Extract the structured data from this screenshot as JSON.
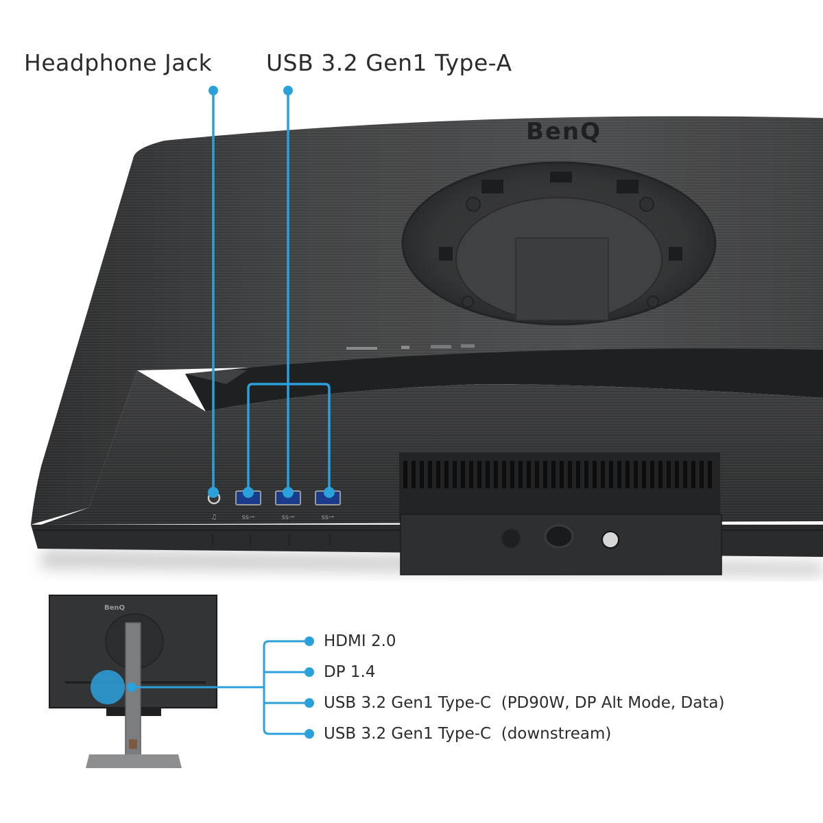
{
  "brand": {
    "logo_text": "BenQ",
    "mini_logo_text": "BenQ"
  },
  "colors": {
    "accent": "#2ba1dc",
    "monitor_body": "#3a3b3c",
    "monitor_dark": "#232425",
    "background": "#ffffff",
    "text": "#2b2b2b"
  },
  "top_callouts": [
    {
      "label": "Headphone Jack",
      "target": "headphone-jack"
    },
    {
      "label": "USB 3.2 Gen1 Type-A",
      "target": "usb-a-ports"
    }
  ],
  "side_ports": {
    "headphone_icon_label": "headphone-icon",
    "usb_a_count": 3,
    "usb_icon_label": "ss-usb-icon"
  },
  "stand_bracket": {
    "buttons": [
      "lock-button",
      "cable-hole",
      "release-knob"
    ]
  },
  "rear_io_callouts": [
    {
      "label": "HDMI 2.0"
    },
    {
      "label": "DP 1.4"
    },
    {
      "label": "USB 3.2 Gen1 Type-C  (PD90W, DP Alt Mode, Data)"
    },
    {
      "label": "USB 3.2 Gen1 Type-C  (downstream)"
    }
  ]
}
